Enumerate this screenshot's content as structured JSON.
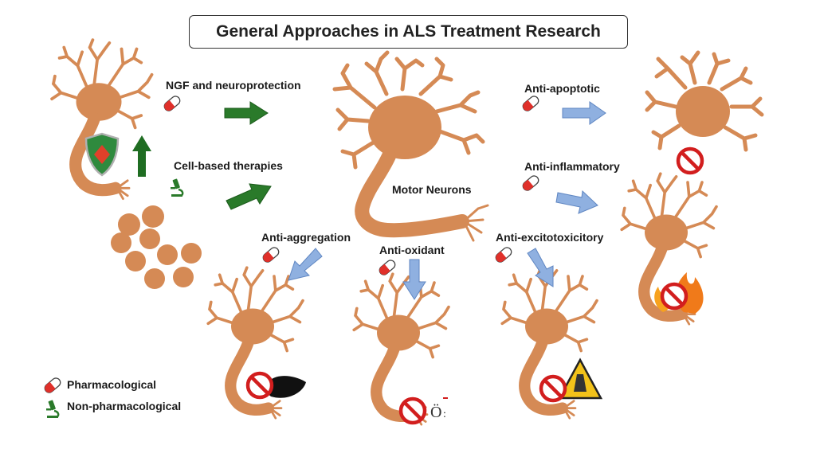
{
  "title": "General Approaches in ALS Treatment Research",
  "center_label": "Motor Neurons",
  "approaches": {
    "ngf": "NGF and neuroprotection",
    "cell": "Cell-based therapies",
    "apoptotic": "Anti-apoptotic",
    "inflammatory": "Anti-inflammatory",
    "excitotoxicity": "Anti-excitotoxicitory",
    "aggregation": "Anti-aggregation",
    "oxidant": "Anti-oxidant"
  },
  "legend": {
    "pharmacological": "Pharmacological",
    "non_pharmacological": "Non-pharmacological"
  },
  "colors": {
    "neuron": "#d58a55",
    "green_arrow": "#2a7a2a",
    "blue_arrow": "#8fb0e0",
    "prohibit": "#d21e1e"
  }
}
